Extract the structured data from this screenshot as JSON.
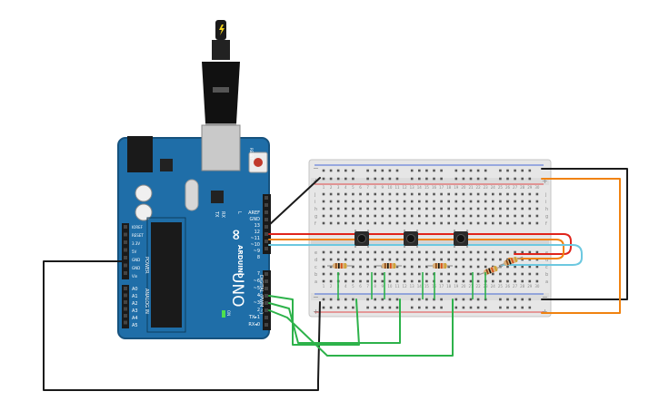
{
  "arduino": {
    "brand": "ARDUINO",
    "model": "UNO",
    "logo_symbol": "∞",
    "reset_label": "RESET",
    "on_label": "ON",
    "tx_label": "TX",
    "rx_label": "RX",
    "l_label": "L",
    "power_label": "POWER",
    "analog_label": "ANALOG IN",
    "digital_label": "DIGITAL (PWM ~)",
    "power_pins": [
      "IOREF",
      "RESET",
      "3.3V",
      "5V",
      "GND",
      "GND",
      "Vin"
    ],
    "analog_pins": [
      "A0",
      "A1",
      "A2",
      "A3",
      "A4",
      "A5"
    ],
    "digital_top_pins": [
      "AREF",
      "GND",
      "13",
      "12",
      "~11",
      "~10",
      "~9",
      "8"
    ],
    "digital_bottom_pins": [
      "7",
      "~6",
      "~5",
      "4",
      "~3",
      "2",
      "TX▸1",
      "RX◂0"
    ]
  },
  "breadboard": {
    "rail_signs": [
      "−",
      "+"
    ],
    "column_numbers": [
      "1",
      "2",
      "3",
      "4",
      "5",
      "6",
      "7",
      "8",
      "9",
      "10",
      "11",
      "12",
      "13",
      "14",
      "15",
      "16",
      "17",
      "18",
      "19",
      "20",
      "21",
      "22",
      "23",
      "24",
      "25",
      "26",
      "27",
      "28",
      "29",
      "30"
    ],
    "row_letters_top": [
      "j",
      "i",
      "h",
      "g",
      "f"
    ],
    "row_letters_bottom": [
      "e",
      "d",
      "c",
      "b",
      "a"
    ]
  },
  "components": {
    "buttons": 3,
    "resistors": 5
  },
  "colors": {
    "board_blue": "#1f6ea8",
    "wire_black": "#1a1a1a",
    "wire_red": "#e0241b",
    "wire_orange": "#f0820f",
    "wire_green": "#2db24a",
    "wire_lightblue": "#6cc8e0",
    "rail_red": "#e34b4b",
    "rail_blue": "#4a6bd8"
  }
}
